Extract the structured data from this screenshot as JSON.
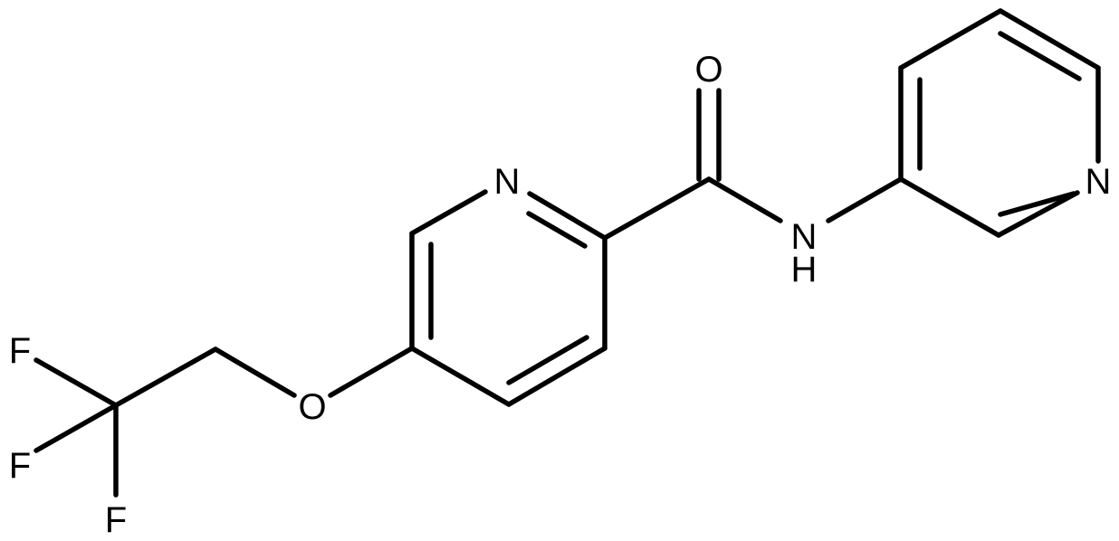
{
  "molecule": {
    "atoms": {
      "o_carbonyl": "O",
      "n_picolinamide": "N",
      "n_pyridin3yl": "N",
      "n_amide": "N",
      "h_amide": "H",
      "o_ether": "O",
      "f_1": "F",
      "f_2": "F",
      "f_3": "F"
    }
  }
}
